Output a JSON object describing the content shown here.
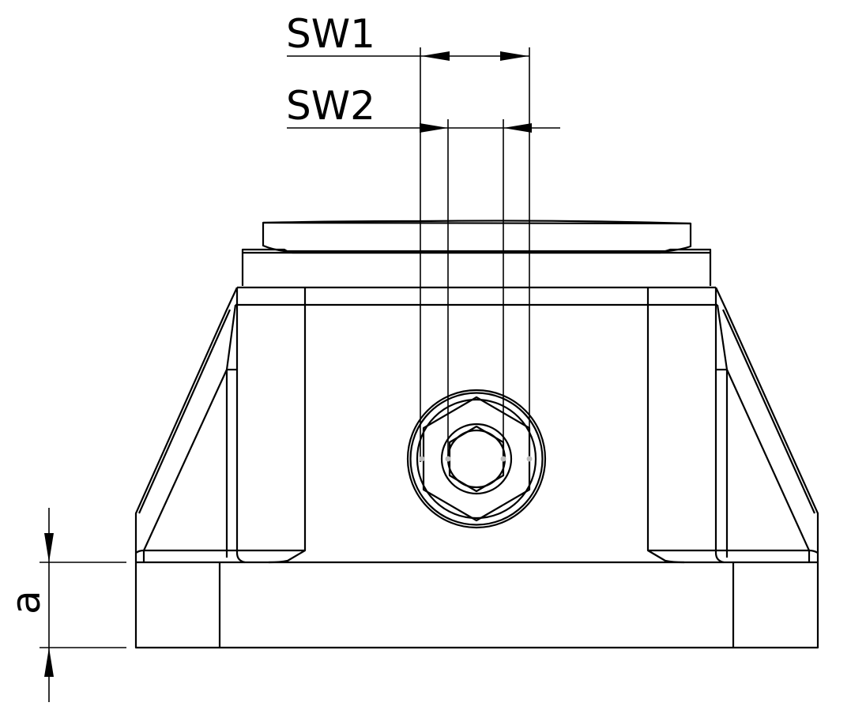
{
  "drawing": {
    "type": "technical-drawing",
    "subject": "base block with hex nut, front view",
    "line_color": "#000000",
    "background": "#ffffff",
    "center_mark_color": "#bbbbbb"
  },
  "dimensions": {
    "sw1": {
      "label": "SW1",
      "description": "outer hex width across flats"
    },
    "sw2": {
      "label": "SW2",
      "description": "inner hex width across flats"
    },
    "a": {
      "label": "a",
      "description": "base plate height"
    }
  }
}
